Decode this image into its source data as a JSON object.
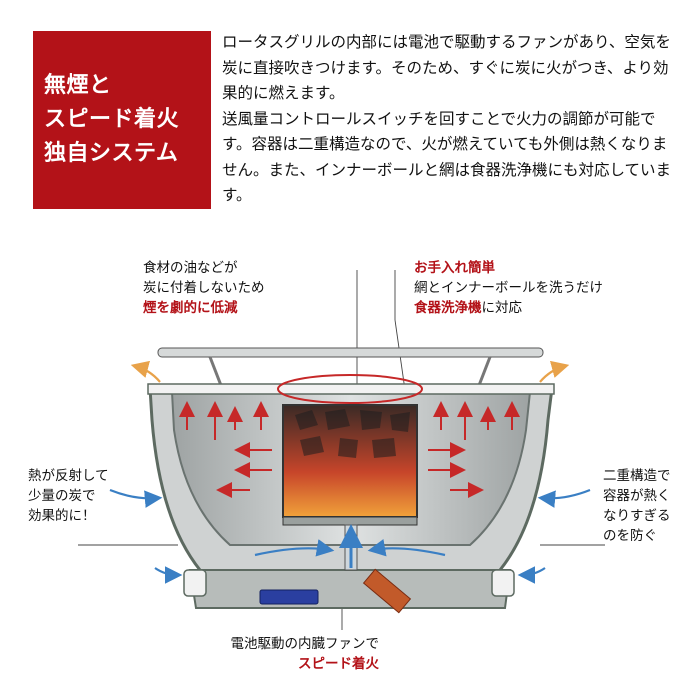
{
  "header": {
    "title_lines": [
      "無煙と",
      "スピード着火",
      "独自システム"
    ],
    "paragraphs": [
      "ロータスグリルの内部には電池で駆動するファンがあり、空気を炭に直接吹きつけます。そのため、すぐに炭に火がつき、より効果的に燃えます。",
      "送風量コントロールスイッチを回すことで火力の調節が可能です。容器は二重構造なので、火が燃えていても外側は熱くなりません。また、インナーボールと網は食器洗浄機にも対応しています。"
    ]
  },
  "callouts": {
    "top_left": {
      "line1": "食材の油などが",
      "line2": "炭に付着しないため",
      "highlight": "煙を劇的に低減"
    },
    "top_right": {
      "highlight1": "お手入れ簡単",
      "line2": "網とインナーボールを洗うだけ",
      "highlight3": "食器洗浄機",
      "line3_rest": "に対応"
    },
    "left": {
      "line1": "熱が反射して",
      "line2": "少量の炭で",
      "line3": "効果的に！"
    },
    "right": {
      "line1": "二重構造で",
      "line2": "容器が熱く",
      "line3": "なりすぎる",
      "line4": "のを防ぐ"
    },
    "bottom": {
      "line1": "電池駆動の内臓ファンで",
      "highlight": "スピード着火"
    }
  },
  "colors": {
    "accent_red": "#b31218",
    "arrow_blue": "#3a7fc4",
    "arrow_orange": "#e8a24a",
    "grill_body": "#b9bcbc"
  }
}
